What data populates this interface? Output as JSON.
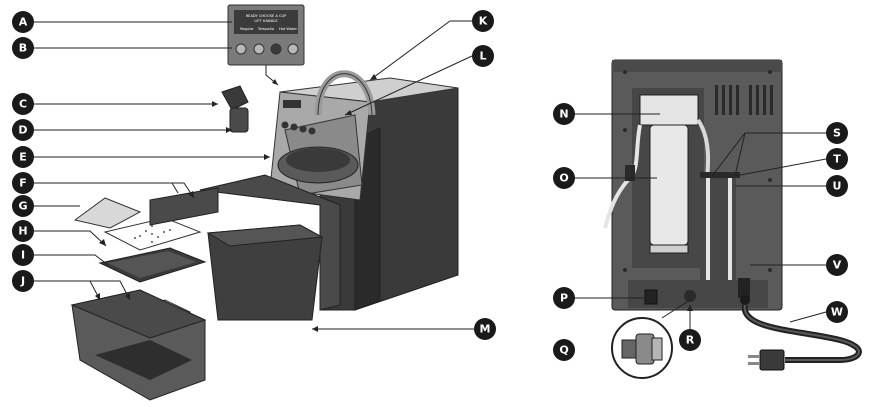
{
  "callouts": {
    "A": "A",
    "B": "B",
    "C": "C",
    "D": "D",
    "E": "E",
    "F": "F",
    "G": "G",
    "H": "H",
    "I": "I",
    "J": "J",
    "K": "K",
    "L": "L",
    "M": "M",
    "N": "N",
    "O": "O",
    "P": "P",
    "Q": "Q",
    "R": "R",
    "S": "S",
    "T": "T",
    "U": "U",
    "V": "V",
    "W": "W"
  },
  "control_panel": {
    "line1": "READY    CHOOSE A CUP",
    "line2": "LIFT HANDLE",
    "btn1": "Regular",
    "btn2": "Tempaña",
    "btn3": "Hot Water"
  },
  "colors": {
    "badge": "#1a1a1a",
    "body_dark": "#3a3a3a",
    "body_mid": "#6b6b6b",
    "body_light": "#cfcfcf"
  }
}
